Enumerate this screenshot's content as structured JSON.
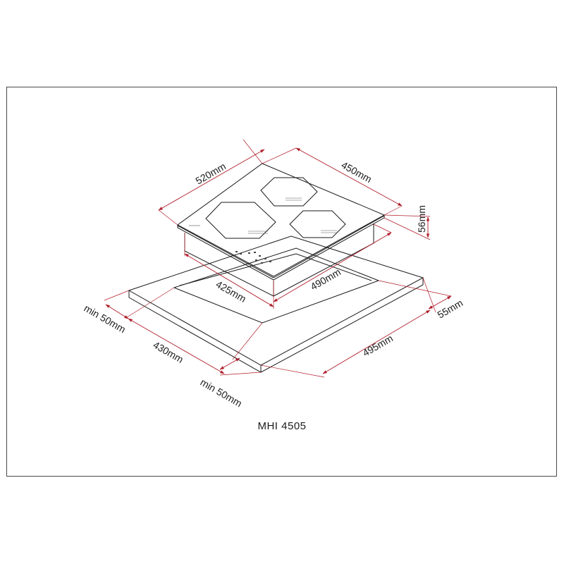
{
  "model": "MHI 4505",
  "dimensions": {
    "hob_width": "520mm",
    "hob_depth": "450mm",
    "hob_height": "56mm",
    "cutout_depth": "425mm",
    "cutout_width": "490mm",
    "clearance_back": "55mm",
    "clearance_side": "min 50mm",
    "worktop_depth": "430mm",
    "worktop_front_clearance": "min 50mm",
    "worktop_width": "495mm"
  }
}
